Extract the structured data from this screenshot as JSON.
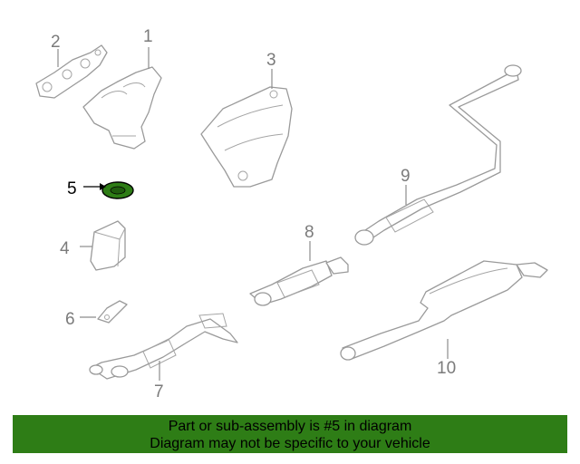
{
  "diagram": {
    "callouts": [
      {
        "id": 1,
        "label": "1"
      },
      {
        "id": 2,
        "label": "2"
      },
      {
        "id": 3,
        "label": "3"
      },
      {
        "id": 4,
        "label": "4"
      },
      {
        "id": 5,
        "label": "5"
      },
      {
        "id": 6,
        "label": "6"
      },
      {
        "id": 7,
        "label": "7"
      },
      {
        "id": 8,
        "label": "8"
      },
      {
        "id": 9,
        "label": "9"
      },
      {
        "id": 10,
        "label": "10"
      }
    ],
    "highlighted_part": 5,
    "highlight_color": "#2e7d16"
  },
  "banner": {
    "line1": "Part or sub-assembly is #5 in diagram",
    "line2": "Diagram may not be specific to your vehicle",
    "background": "#2e7d16"
  }
}
